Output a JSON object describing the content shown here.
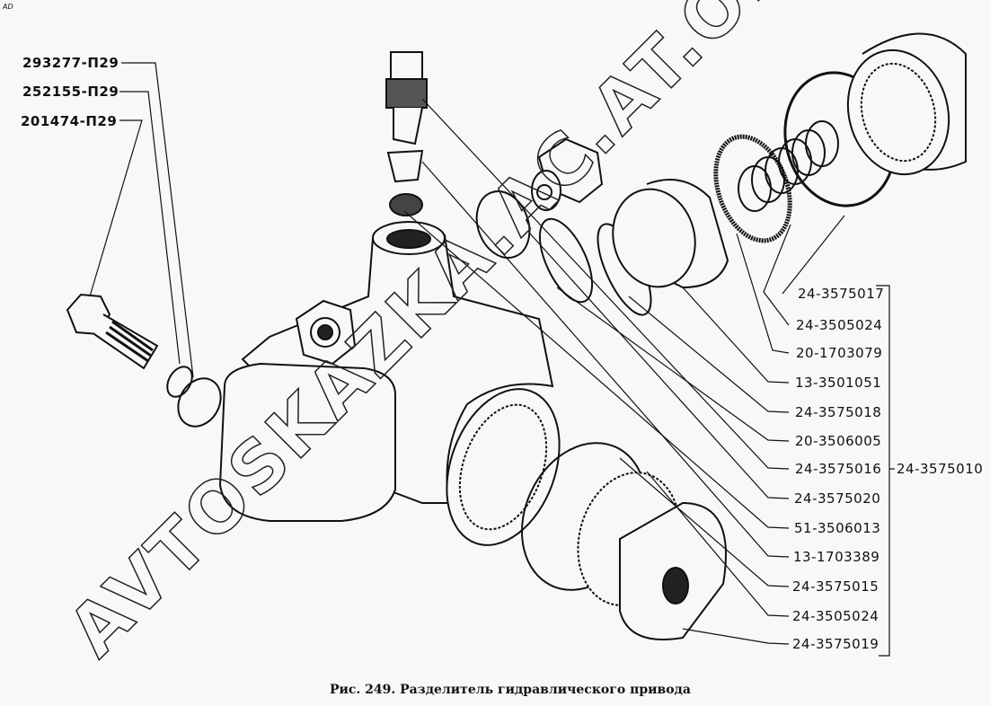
{
  "corner_mark": "AD",
  "watermark": "AVTOSKAZKA.AC.AT.ONLINE",
  "caption": "Рис. 249. Разделитель гидравлического привода",
  "left_labels": [
    "293277-П29",
    "252155-П29",
    "201474-П29"
  ],
  "right_labels": [
    "24-3575017",
    "24-3505024",
    "20-1703079",
    "13-3501051",
    "24-3575018",
    "20-3506005",
    "24-3575016",
    "24-3575020",
    "51-3506013",
    "13-1703389",
    "24-3575015",
    "24-3505024",
    "24-3575019"
  ],
  "assembly_label": "24-3575010"
}
